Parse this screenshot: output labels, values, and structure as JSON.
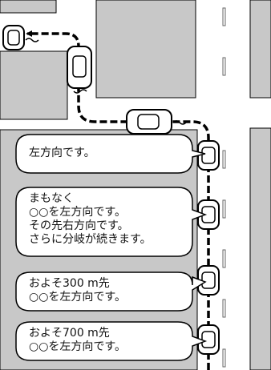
{
  "colors": {
    "block": "#c8c8c8",
    "road": "#ffffff",
    "outline": "#000000",
    "route": "#000000"
  },
  "icons": [
    "car-icon",
    "arrow-icon"
  ],
  "bubbles": [
    {
      "lines": [
        "左方向です。"
      ]
    },
    {
      "lines": [
        "まもなく",
        "○○を左方向です。",
        "その先右方向です。",
        "さらに分岐が続きます。"
      ]
    },
    {
      "lines": [
        "およそ300 m先",
        "○○を左方向です。"
      ]
    },
    {
      "lines": [
        "およそ700 m先",
        "○○を左方向です。"
      ]
    }
  ]
}
